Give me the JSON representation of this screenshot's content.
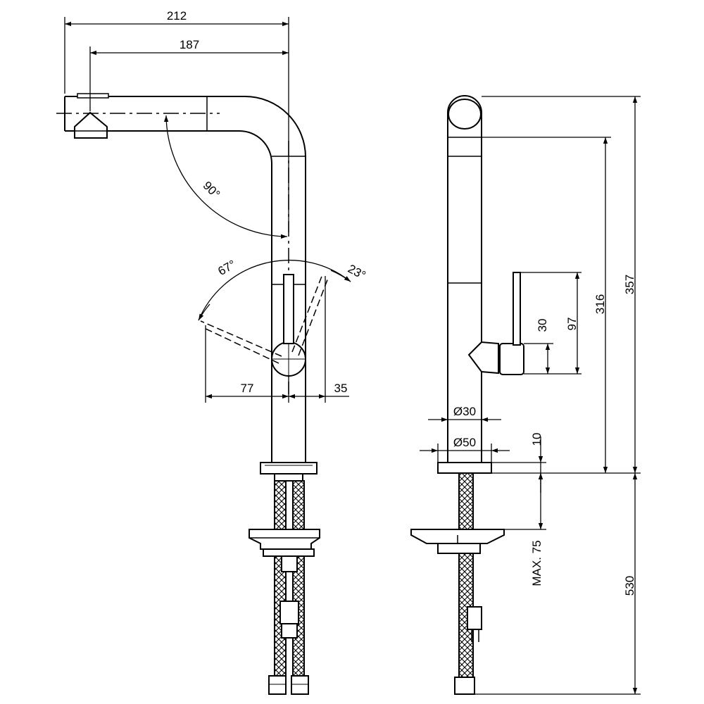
{
  "front_view": {
    "dims": {
      "overall_reach": "212",
      "spout_reach": "187",
      "spout_swivel_angle": "90°",
      "lever_angle_front": "67°",
      "lever_angle_back": "23°",
      "lever_reach_front": "77",
      "lever_reach_back": "35"
    }
  },
  "side_view": {
    "dims": {
      "spout_diameter": "Ø30",
      "base_diameter": "Ø50",
      "base_height": "10",
      "lever_height": "30",
      "lever_top_height": "97",
      "spout_height": "316",
      "overall_height": "357",
      "deck_thickness": "MAX. 75",
      "hose_length": "530"
    }
  }
}
